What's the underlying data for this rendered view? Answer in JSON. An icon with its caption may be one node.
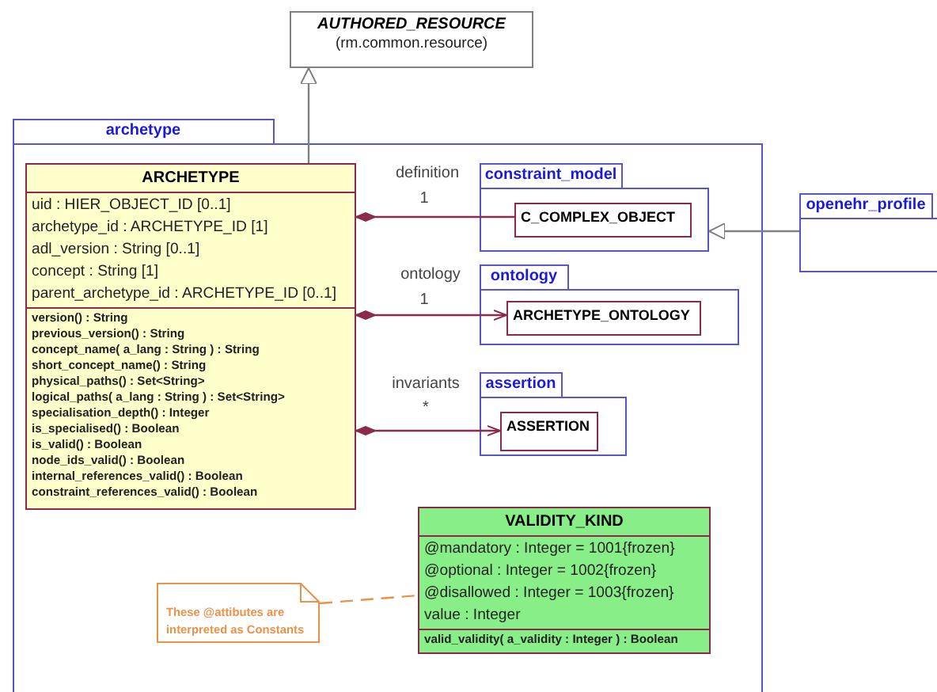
{
  "diagram": {
    "nodes": [
      {
        "text": [
          "AUTHORED_RESOURCE",
          "(rm.common.resource)"
        ]
      },
      {
        "text": [
          "archetype"
        ]
      },
      {
        "text": [
          "ARCHETYPE",
          "uid : HIER_OBJECT_ID [0..1]",
          "archetype_id : ARCHETYPE_ID [1]",
          "adl_version : String [0..1]",
          "concept : String [1]",
          "parent_archetype_id : ARCHETYPE_ID [0..1]",
          "version() : String",
          "previous_version() : String",
          "concept_name( a_lang : String ) : String",
          "short_concept_name() : String",
          "physical_paths() : Set<String>",
          "logical_paths( a_lang : String ) : Set<String>",
          "specialisation_depth() : Integer",
          "is_specialised() : Boolean",
          "is_valid() : Boolean",
          "node_ids_valid() : Boolean",
          "internal_references_valid() : Boolean",
          "constraint_references_valid() : Boolean"
        ],
        "in": 1
      },
      {
        "text": [
          "constraint_model"
        ],
        "in": 1
      },
      {
        "text": [
          "C_COMPLEX_OBJECT"
        ],
        "in": 3
      },
      {
        "text": [
          "ontology"
        ],
        "in": 1
      },
      {
        "text": [
          "ARCHETYPE_ONTOLOGY"
        ],
        "in": 5
      },
      {
        "text": [
          "assertion"
        ],
        "in": 1
      },
      {
        "text": [
          "ASSERTION"
        ],
        "in": 7
      },
      {
        "text": [
          "openehr_profile"
        ]
      },
      {
        "text": [
          "VALIDITY_KIND",
          "@mandatory : Integer = 1001{frozen}",
          "@optional : Integer = 1002{frozen}",
          "@disallowed : Integer = 1003{frozen}",
          "value : Integer",
          "valid_validity( a_validity : Integer ) : Boolean"
        ],
        "in": 1
      },
      {
        "text": [
          "These @attibutes are interpreted as Constants"
        ],
        "in": 1
      }
    ],
    "edges": [
      {
        "from": 2,
        "to": 0,
        "arrow": "to",
        "color": "#808080"
      },
      {
        "from": 2,
        "to": 4,
        "arrow": "other",
        "label": "definition"
      },
      {
        "from": 2,
        "to": 6,
        "arrow": "to",
        "label": "ontology"
      },
      {
        "from": 2,
        "to": 8,
        "arrow": "to",
        "label": "invariants"
      },
      {
        "from": 9,
        "to": 3,
        "arrow": "to",
        "color": "#808080"
      },
      {
        "from": 11,
        "to": 10,
        "arrow": "none",
        "style": "dashed",
        "color": "#e8924a"
      }
    ],
    "labels": [
      "1",
      "1",
      "*"
    ]
  }
}
